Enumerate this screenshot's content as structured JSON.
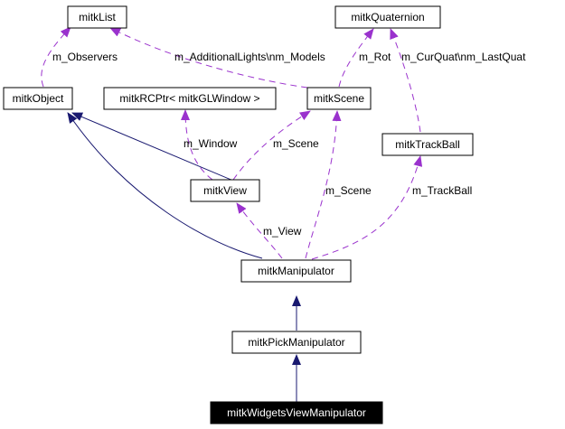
{
  "colors": {
    "inheritance_edge": "#191970",
    "usage_edge": "#9a32cd",
    "focus_node_fill": "#000000",
    "focus_node_text": "#ffffff"
  },
  "nodes": {
    "mitkList": "mitkList",
    "mitkQuaternion": "mitkQuaternion",
    "mitkObject": "mitkObject",
    "mitkRCPtr": "mitkRCPtr< mitkGLWindow >",
    "mitkScene": "mitkScene",
    "mitkTrackBall": "mitkTrackBall",
    "mitkView": "mitkView",
    "mitkManipulator": "mitkManipulator",
    "mitkPickManipulator": "mitkPickManipulator",
    "mitkWidgetsViewManipulator": "mitkWidgetsViewManipulator"
  },
  "edge_labels": {
    "observers": "m_Observers",
    "lights_models": "m_AdditionalLights\\nm_Models",
    "rot": "m_Rot",
    "curquat_lastquat": "m_CurQuat\\nm_LastQuat",
    "window": "m_Window",
    "scene_view": "m_Scene",
    "scene_manip": "m_Scene",
    "trackball": "m_TrackBall",
    "view": "m_View"
  }
}
